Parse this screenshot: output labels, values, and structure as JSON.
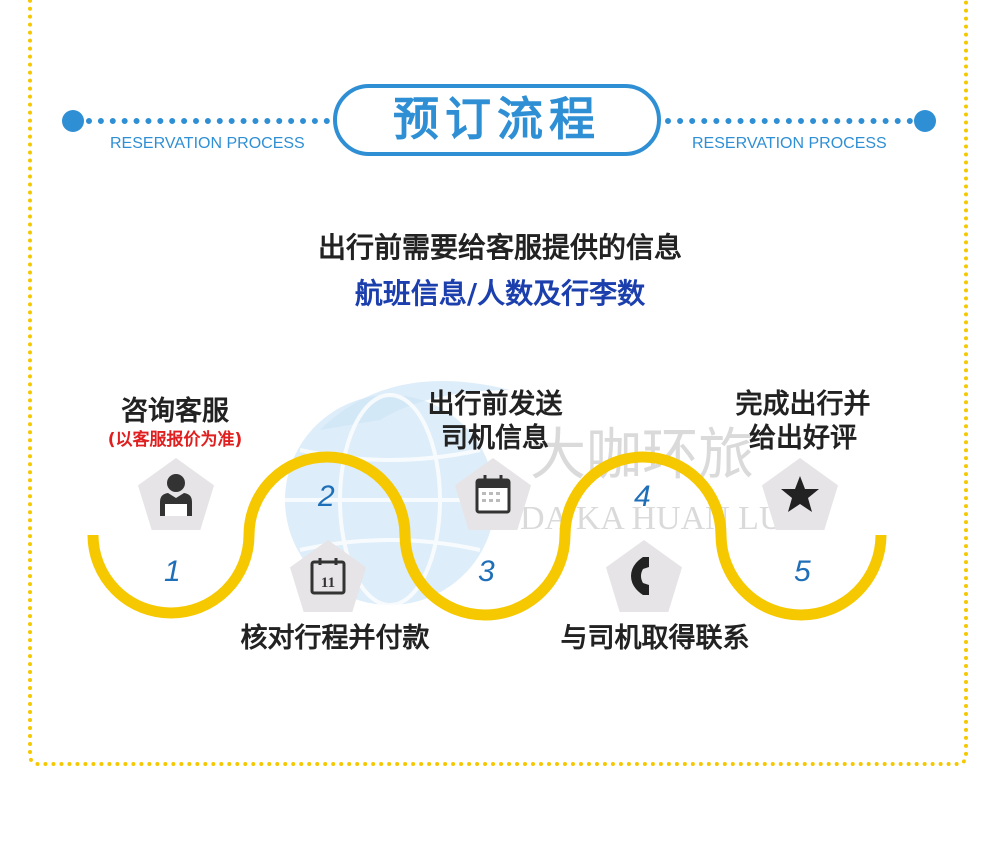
{
  "header": {
    "title": "预订流程",
    "subtitle_left": "RESERVATION PROCESS",
    "subtitle_right": "RESERVATION PROCESS"
  },
  "info": {
    "line1": "出行前需要给客服提供的信息",
    "line2": "航班信息/人数及行李数"
  },
  "steps": [
    {
      "number": "1",
      "label": "咨询客服",
      "note": "(以客服报价为准)",
      "icon": "customer-service-icon"
    },
    {
      "number": "2",
      "label": "核对行程并付款",
      "icon": "calendar-icon",
      "icon_text": "11"
    },
    {
      "number": "3",
      "label_line1": "出行前发送",
      "label_line2": "司机信息",
      "icon": "calendar-icon"
    },
    {
      "number": "4",
      "label": "与司机取得联系",
      "icon": "phone-icon"
    },
    {
      "number": "5",
      "label_line1": "完成出行并",
      "label_line2": "给出好评",
      "icon": "star-icon"
    }
  ],
  "watermark": {
    "cn": "大咖环旅",
    "en": "DA KA HUAN LU"
  },
  "colors": {
    "blue": "#2f8fd4",
    "yellow": "#f5c800",
    "navy": "#1c3fae",
    "red": "#e02020"
  }
}
